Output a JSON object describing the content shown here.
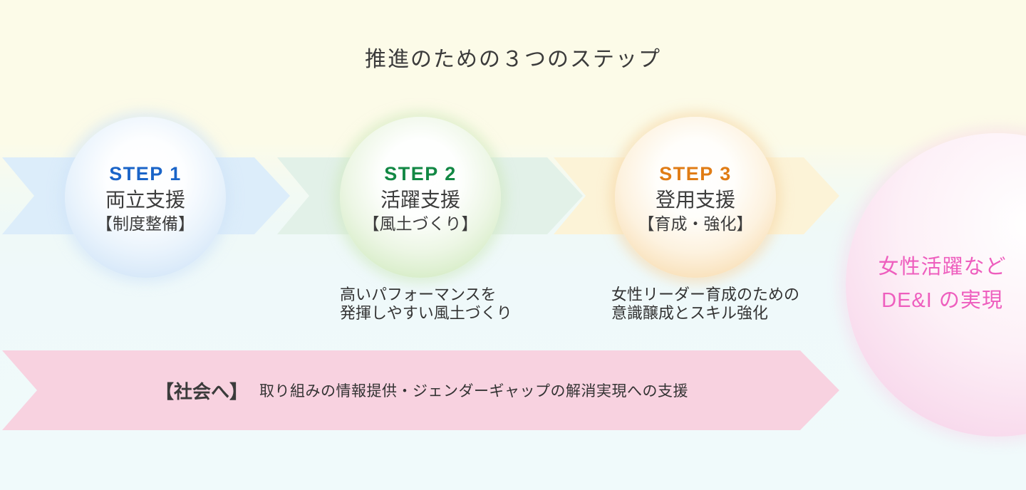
{
  "title": "推進のための３つのステップ",
  "steps": [
    {
      "label": "STEP 1",
      "name": "両立支援",
      "subtitle": "【制度整備】",
      "caption": []
    },
    {
      "label": "STEP 2",
      "name": "活躍支援",
      "subtitle": "【風土づくり】",
      "caption": [
        "高いパフォーマンスを",
        "発揮しやすい風土づくり"
      ]
    },
    {
      "label": "STEP 3",
      "name": "登用支援",
      "subtitle": "【育成・強化】",
      "caption": [
        "女性リーダー育成のための",
        "意識醸成とスキル強化"
      ]
    }
  ],
  "social_banner": {
    "heading": "【社会へ】",
    "description": "取り組みの情報提供・ジェンダーギャップの解消実現への支援"
  },
  "goal": {
    "line1": "女性活躍など",
    "line2": "DE&I の実現"
  },
  "colors": {
    "background_top": "#FCFBE8",
    "background_bottom": "#F0FAFB",
    "step1_accent": "#1A64C8",
    "step2_accent": "#128844",
    "step3_accent": "#E07C15",
    "arrow_blue": "#DCEDFA",
    "arrow_green": "#E2F1E8",
    "arrow_yellow": "#FCF3D7",
    "banner_pink": "#F8D2E0",
    "goal_text_pink": "#EE5EBE",
    "heading_text": "#3C3C3C"
  }
}
